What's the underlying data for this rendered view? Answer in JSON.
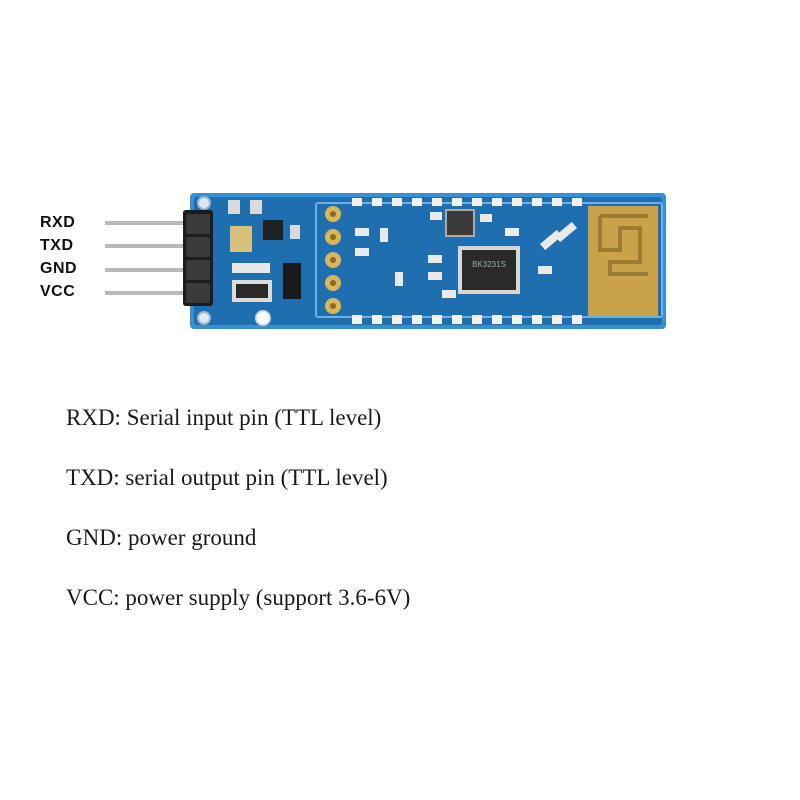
{
  "pins": [
    "RXD",
    "TXD",
    "GND",
    "VCC"
  ],
  "chip_marking": "BK3231S",
  "descriptions": [
    "RXD: Serial input pin (TTL level)",
    "TXD: serial output pin (TTL level)",
    "GND: power ground",
    "VCC: power supply (support 3.6-6V)"
  ],
  "colors": {
    "pcb_blue": "#1f6fb0",
    "pcb_edge": "#3a8fd0",
    "antenna_gold": "#c9a24a",
    "pin_metal": "#b8b8b8",
    "chip_body": "#2a2a2a"
  }
}
